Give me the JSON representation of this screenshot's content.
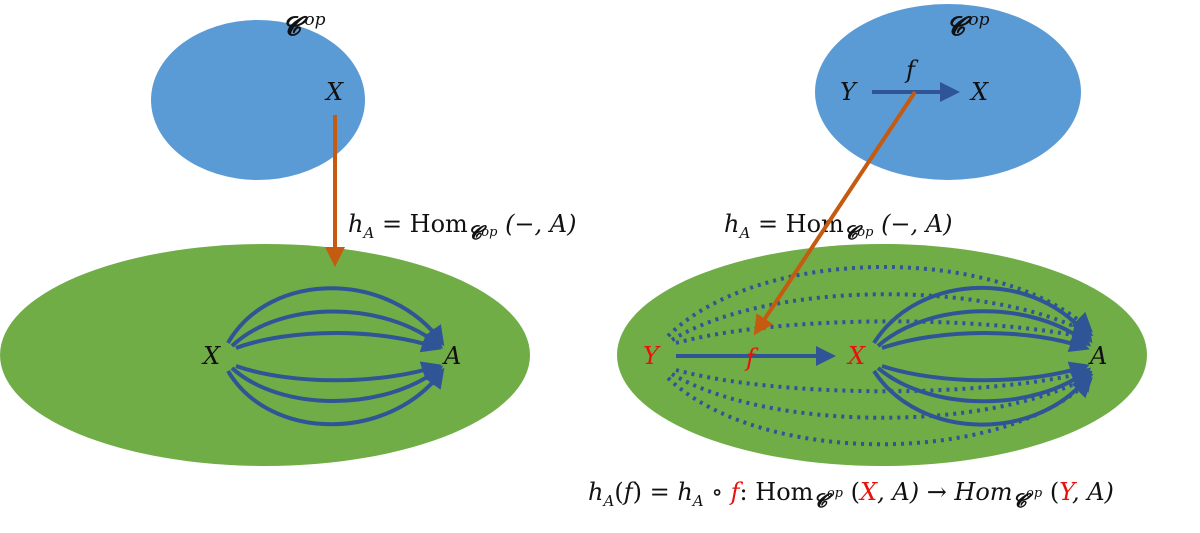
{
  "colors": {
    "blue_ellipse": "#5b9bd5",
    "green_ellipse": "#70ad47",
    "arrow_blue": "#2f5597",
    "functor_orange": "#c55a11",
    "highlight_red": "#e8120c",
    "text": "#111111"
  },
  "left_panel": {
    "top_category": {
      "symbol": "𝓒",
      "superscript": "op"
    },
    "top_object": "X",
    "functor_label": {
      "h": "h",
      "h_sub": "A",
      "equals": " = Hom",
      "sub_cal": "𝓒",
      "sub_op": "op",
      "args": " (−, A)"
    },
    "bottom_source": "X",
    "bottom_target": "A"
  },
  "right_panel": {
    "top_category": {
      "symbol": "𝓒",
      "superscript": "op"
    },
    "top_source": "Y",
    "top_target": "X",
    "morphism": "f",
    "functor_label": {
      "h": "h",
      "h_sub": "A",
      "equals": " = Hom",
      "sub_cal": "𝓒",
      "sub_op": "op",
      "args": " (−, A)"
    },
    "bottom_y": "Y",
    "bottom_f": "f",
    "bottom_x": "X",
    "bottom_a": "A"
  },
  "formula": {
    "h": "h",
    "h_sub": "A",
    "paren_f_open": "(",
    "f1": "f",
    "paren_f_close": ") = ",
    "h2": "h",
    "h2_sub": "A",
    "compose": " ∘ ",
    "f2": "f",
    "colon_hom": ": Hom",
    "cal1": "𝓒",
    "op1": "op",
    "args1_open": " (",
    "x_red": "X",
    "args1_close": ", A) → Hom",
    "cal2": "𝓒",
    "op2": "op",
    "args2_open": " (",
    "y_red": "Y",
    "args2_close": ", A)"
  }
}
